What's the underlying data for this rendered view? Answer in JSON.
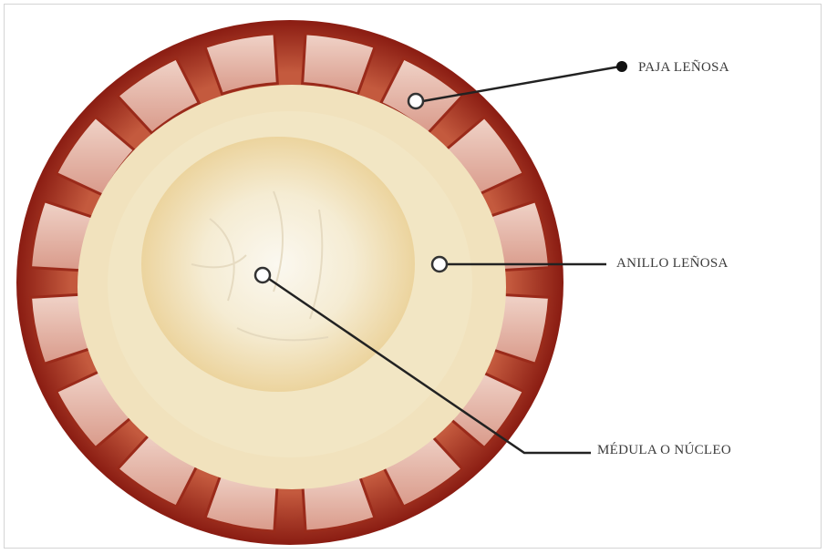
{
  "labels": {
    "paja": "PAJA LEÑOSA",
    "anillo": "ANILLO LEÑOSA",
    "medula": "MÉDULA O NÚCLEO"
  },
  "colors": {
    "rind_dark": "#8e1d12",
    "rind_red": "#b8412c",
    "segment": "#e8c2b4",
    "ring": "#f1e2ba",
    "pith": "#f8f3e6",
    "leader": "#222222"
  }
}
